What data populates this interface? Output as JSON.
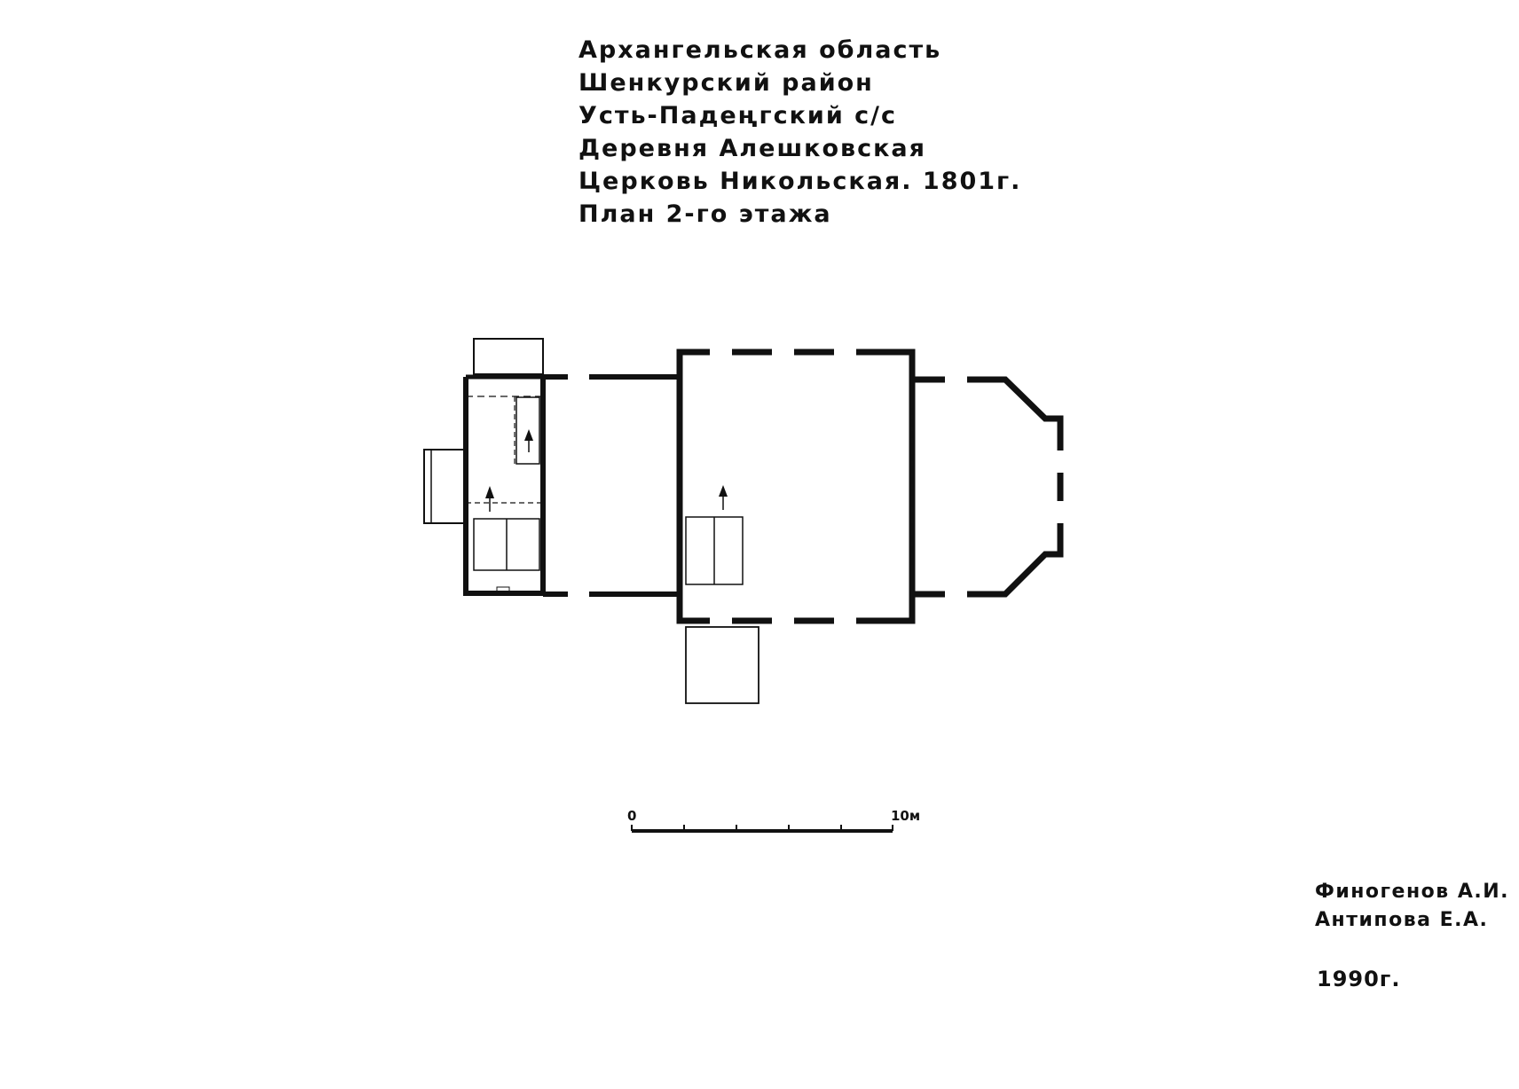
{
  "title_lines": [
    "Архангельская область",
    "Шенкурский район",
    "Усть-Падеңгский с/с",
    "Деревня Алешковская",
    "Церковь Никольская. 1801г.",
    "План 2-го этажа"
  ],
  "scale_bar": {
    "start_label": "0",
    "end_label": "10м"
  },
  "authors": [
    "Финогенов А.И.",
    "Антипова Е.А."
  ],
  "year": "1990г.",
  "colors": {
    "ink": "#111111",
    "paper": "#ffffff"
  }
}
